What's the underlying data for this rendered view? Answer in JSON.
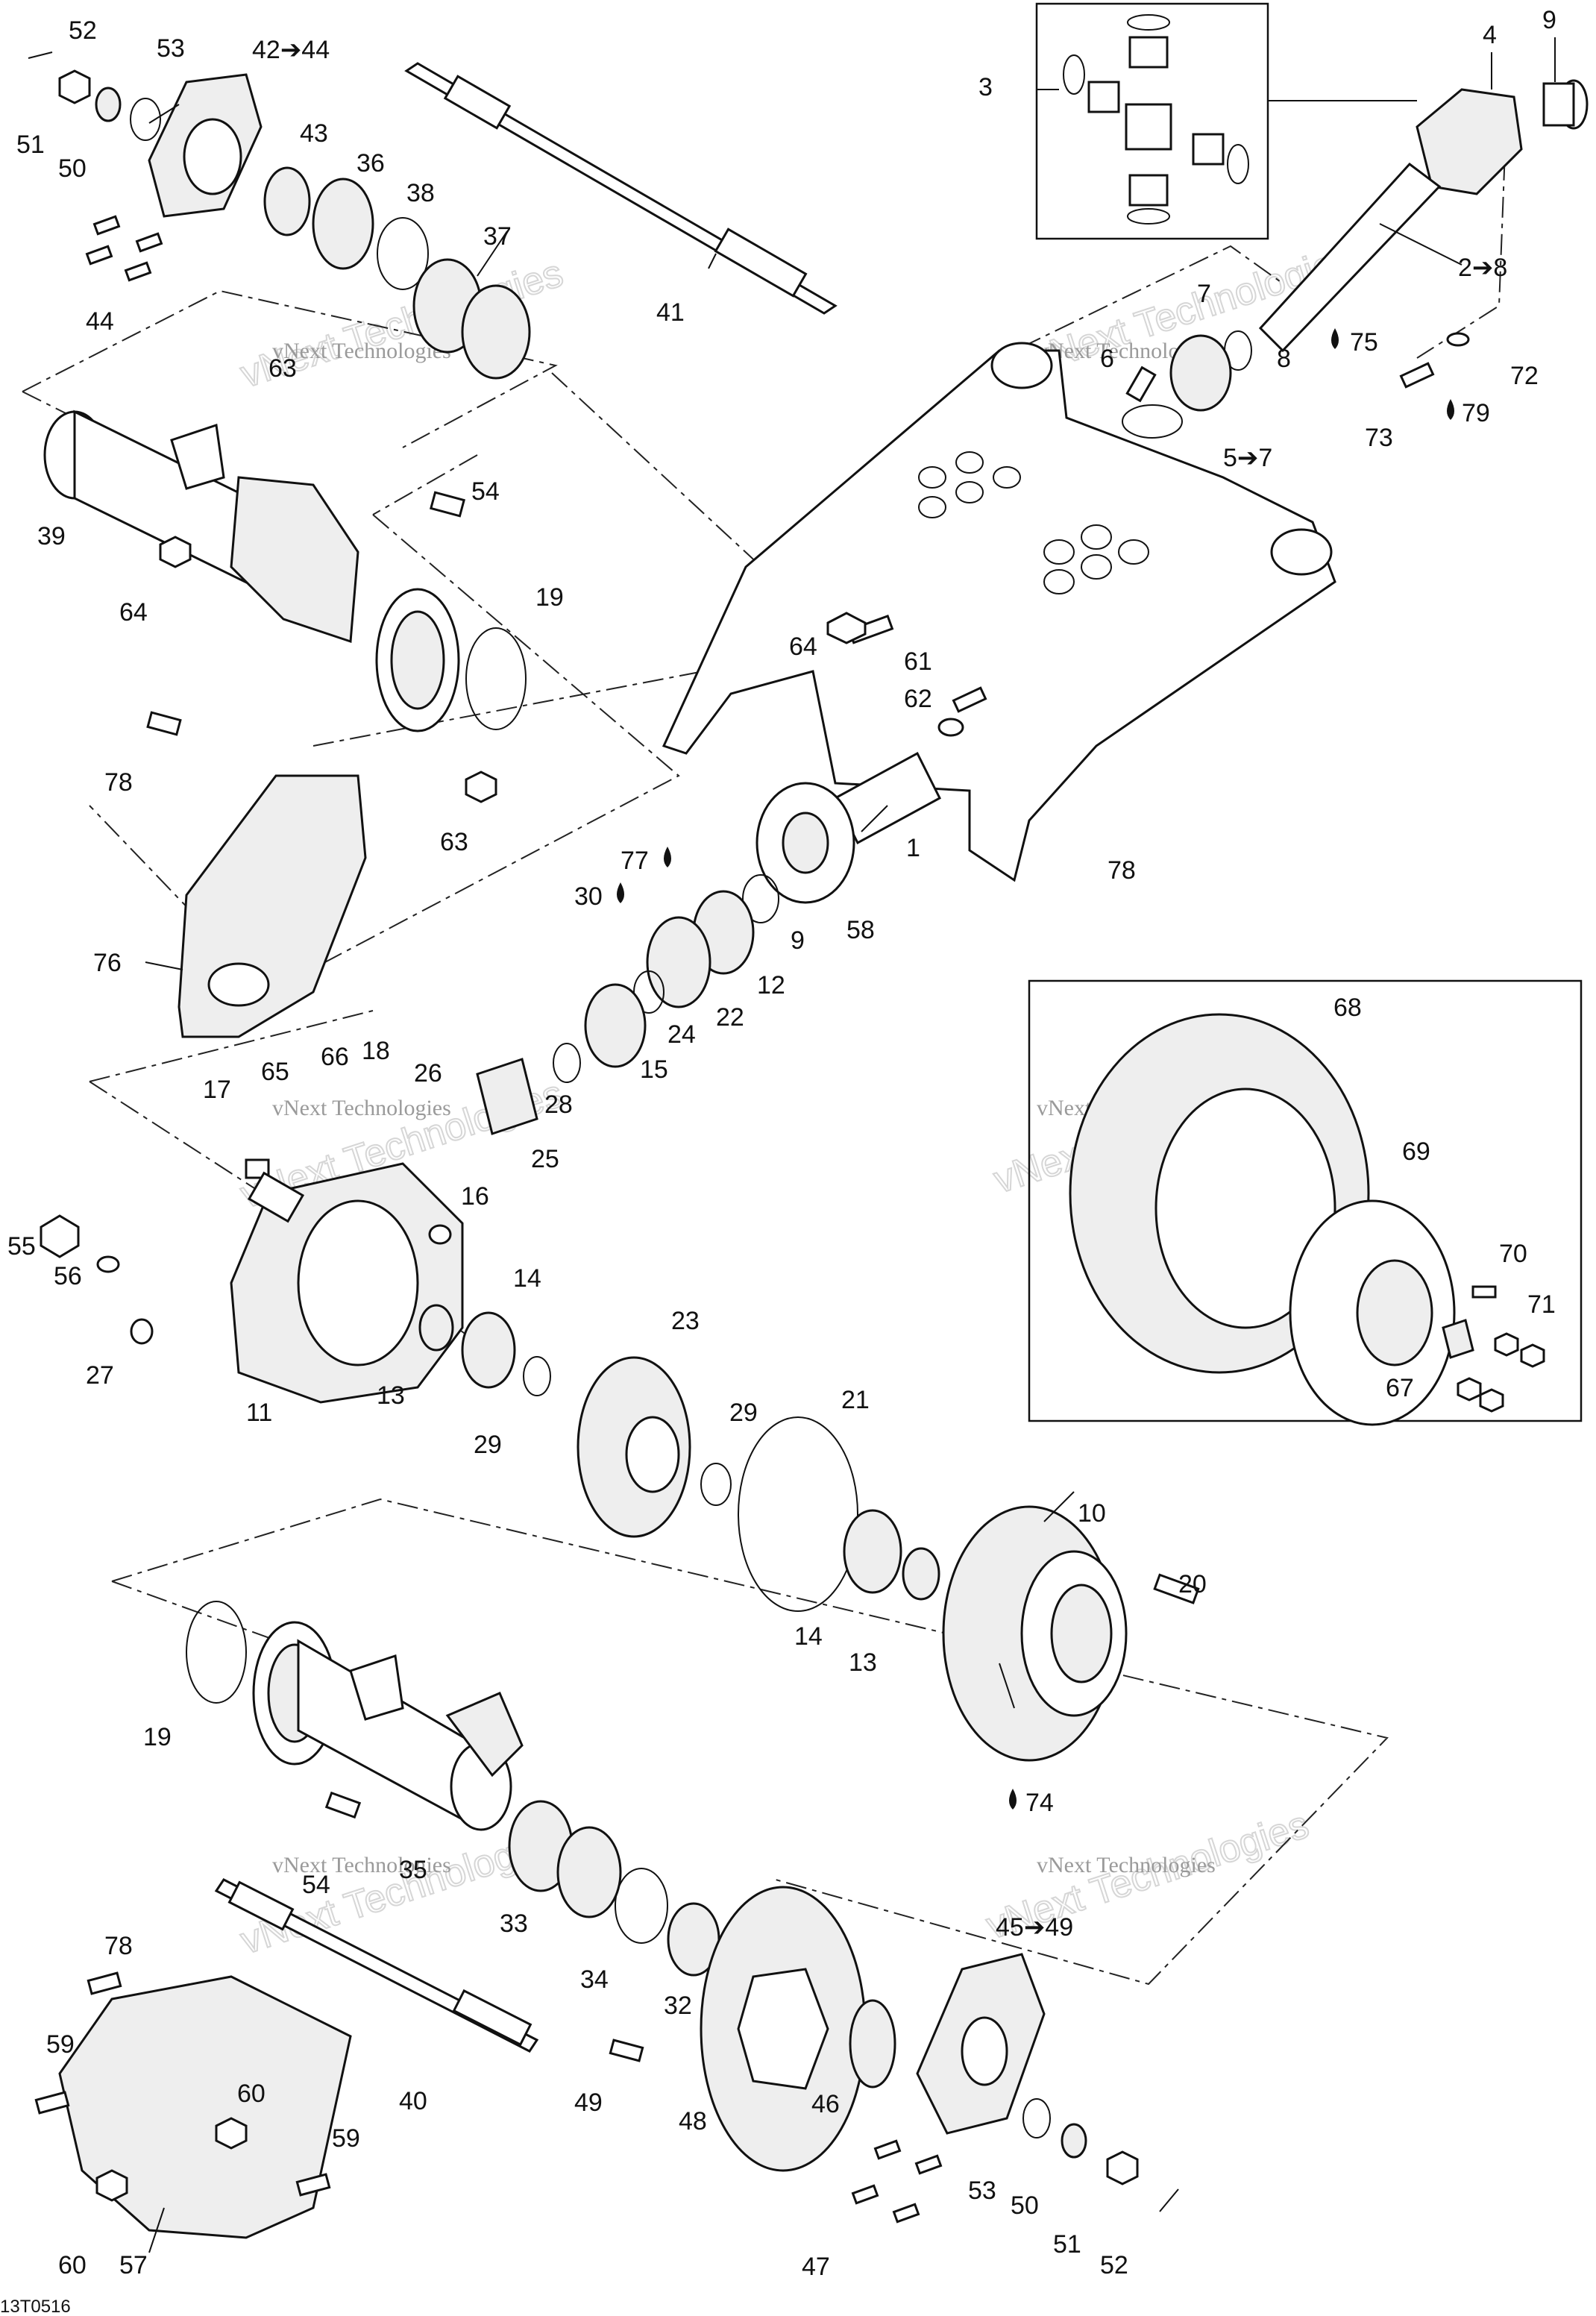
{
  "callouts": [
    {
      "id": "c52a",
      "text": "52"
    },
    {
      "id": "c53a",
      "text": "53"
    },
    {
      "id": "c42",
      "text": "42➔44"
    },
    {
      "id": "c51a",
      "text": "51"
    },
    {
      "id": "c50a",
      "text": "50"
    },
    {
      "id": "c43",
      "text": "43"
    },
    {
      "id": "c36",
      "text": "36"
    },
    {
      "id": "c38",
      "text": "38"
    },
    {
      "id": "c37",
      "text": "37"
    },
    {
      "id": "c44",
      "text": "44"
    },
    {
      "id": "c41",
      "text": "41"
    },
    {
      "id": "c63a",
      "text": "63"
    },
    {
      "id": "c39",
      "text": "39"
    },
    {
      "id": "c54a",
      "text": "54"
    },
    {
      "id": "c64a",
      "text": "64"
    },
    {
      "id": "c19a",
      "text": "19"
    },
    {
      "id": "c78a",
      "text": "78"
    },
    {
      "id": "c63b",
      "text": "63"
    },
    {
      "id": "c76",
      "text": "76"
    },
    {
      "id": "c3",
      "text": "3"
    },
    {
      "id": "c4",
      "text": "4"
    },
    {
      "id": "c9a",
      "text": "9"
    },
    {
      "id": "c2",
      "text": "2➔8"
    },
    {
      "id": "c7",
      "text": "7"
    },
    {
      "id": "c6",
      "text": "6"
    },
    {
      "id": "c75",
      "text": "75"
    },
    {
      "id": "c8",
      "text": "8"
    },
    {
      "id": "c72",
      "text": "72"
    },
    {
      "id": "c73",
      "text": "73"
    },
    {
      "id": "c79",
      "text": "79"
    },
    {
      "id": "c5",
      "text": "5➔7"
    },
    {
      "id": "c64b",
      "text": "64"
    },
    {
      "id": "c61",
      "text": "61"
    },
    {
      "id": "c62",
      "text": "62"
    },
    {
      "id": "c1",
      "text": "1"
    },
    {
      "id": "c78b",
      "text": "78"
    },
    {
      "id": "c77",
      "text": "77"
    },
    {
      "id": "c30",
      "text": "30"
    },
    {
      "id": "c9b",
      "text": "9"
    },
    {
      "id": "c58",
      "text": "58"
    },
    {
      "id": "c12",
      "text": "12"
    },
    {
      "id": "c22",
      "text": "22"
    },
    {
      "id": "c24",
      "text": "24"
    },
    {
      "id": "c15",
      "text": "15"
    },
    {
      "id": "c28",
      "text": "28"
    },
    {
      "id": "c25",
      "text": "25"
    },
    {
      "id": "c65",
      "text": "65"
    },
    {
      "id": "c66",
      "text": "66"
    },
    {
      "id": "c18",
      "text": "18"
    },
    {
      "id": "c26",
      "text": "26"
    },
    {
      "id": "c17",
      "text": "17"
    },
    {
      "id": "c16",
      "text": "16"
    },
    {
      "id": "c55",
      "text": "55"
    },
    {
      "id": "c56",
      "text": "56"
    },
    {
      "id": "c27",
      "text": "27"
    },
    {
      "id": "c11",
      "text": "11"
    },
    {
      "id": "c13a",
      "text": "13"
    },
    {
      "id": "c14a",
      "text": "14"
    },
    {
      "id": "c29a",
      "text": "29"
    },
    {
      "id": "c23",
      "text": "23"
    },
    {
      "id": "c29b",
      "text": "29"
    },
    {
      "id": "c21",
      "text": "21"
    },
    {
      "id": "c68",
      "text": "68"
    },
    {
      "id": "c69",
      "text": "69"
    },
    {
      "id": "c70",
      "text": "70"
    },
    {
      "id": "c71",
      "text": "71"
    },
    {
      "id": "c67",
      "text": "67"
    },
    {
      "id": "c10",
      "text": "10"
    },
    {
      "id": "c20",
      "text": "20"
    },
    {
      "id": "c14b",
      "text": "14"
    },
    {
      "id": "c13b",
      "text": "13"
    },
    {
      "id": "c74",
      "text": "74"
    },
    {
      "id": "c19b",
      "text": "19"
    },
    {
      "id": "c35",
      "text": "35"
    },
    {
      "id": "c54b",
      "text": "54"
    },
    {
      "id": "c33",
      "text": "33"
    },
    {
      "id": "c34",
      "text": "34"
    },
    {
      "id": "c32",
      "text": "32"
    },
    {
      "id": "c78c",
      "text": "78"
    },
    {
      "id": "c59a",
      "text": "59"
    },
    {
      "id": "c60a",
      "text": "60"
    },
    {
      "id": "c40",
      "text": "40"
    },
    {
      "id": "c49",
      "text": "49"
    },
    {
      "id": "c48",
      "text": "48"
    },
    {
      "id": "c46",
      "text": "46"
    },
    {
      "id": "c45",
      "text": "45➔49"
    },
    {
      "id": "c59b",
      "text": "59"
    },
    {
      "id": "c60b",
      "text": "60"
    },
    {
      "id": "c57",
      "text": "57"
    },
    {
      "id": "c53b",
      "text": "53"
    },
    {
      "id": "c50b",
      "text": "50"
    },
    {
      "id": "c51b",
      "text": "51"
    },
    {
      "id": "c52b",
      "text": "52"
    },
    {
      "id": "c47",
      "text": "47"
    }
  ],
  "watermark_small": "vNext Technologies",
  "watermark_large": "vNext Technologies",
  "drawing_code": "13T0516"
}
